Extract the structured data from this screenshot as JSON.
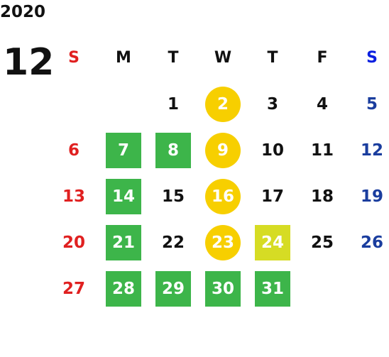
{
  "year": "2020",
  "month": "12",
  "weekdays": [
    "S",
    "M",
    "T",
    "W",
    "T",
    "F",
    "S"
  ],
  "colors": {
    "sunday": "#e02020",
    "saturday": "#1a3d9e",
    "green": "#3db54a",
    "yellow": "#f7cf00",
    "lime": "#d6dc24"
  },
  "days": [
    {
      "day": "",
      "mark": ""
    },
    {
      "day": "",
      "mark": ""
    },
    {
      "day": "1",
      "mark": ""
    },
    {
      "day": "2",
      "mark": "yellow"
    },
    {
      "day": "3",
      "mark": ""
    },
    {
      "day": "4",
      "mark": ""
    },
    {
      "day": "5",
      "mark": ""
    },
    {
      "day": "6",
      "mark": ""
    },
    {
      "day": "7",
      "mark": "green"
    },
    {
      "day": "8",
      "mark": "green"
    },
    {
      "day": "9",
      "mark": "yellow"
    },
    {
      "day": "10",
      "mark": ""
    },
    {
      "day": "11",
      "mark": ""
    },
    {
      "day": "12",
      "mark": ""
    },
    {
      "day": "13",
      "mark": ""
    },
    {
      "day": "14",
      "mark": "green"
    },
    {
      "day": "15",
      "mark": ""
    },
    {
      "day": "16",
      "mark": "yellow"
    },
    {
      "day": "17",
      "mark": ""
    },
    {
      "day": "18",
      "mark": ""
    },
    {
      "day": "19",
      "mark": ""
    },
    {
      "day": "20",
      "mark": ""
    },
    {
      "day": "21",
      "mark": "green"
    },
    {
      "day": "22",
      "mark": ""
    },
    {
      "day": "23",
      "mark": "yellow"
    },
    {
      "day": "24",
      "mark": "lime"
    },
    {
      "day": "25",
      "mark": ""
    },
    {
      "day": "26",
      "mark": ""
    },
    {
      "day": "27",
      "mark": ""
    },
    {
      "day": "28",
      "mark": "green"
    },
    {
      "day": "29",
      "mark": "green"
    },
    {
      "day": "30",
      "mark": "green"
    },
    {
      "day": "31",
      "mark": "green"
    },
    {
      "day": "",
      "mark": ""
    },
    {
      "day": "",
      "mark": ""
    }
  ]
}
